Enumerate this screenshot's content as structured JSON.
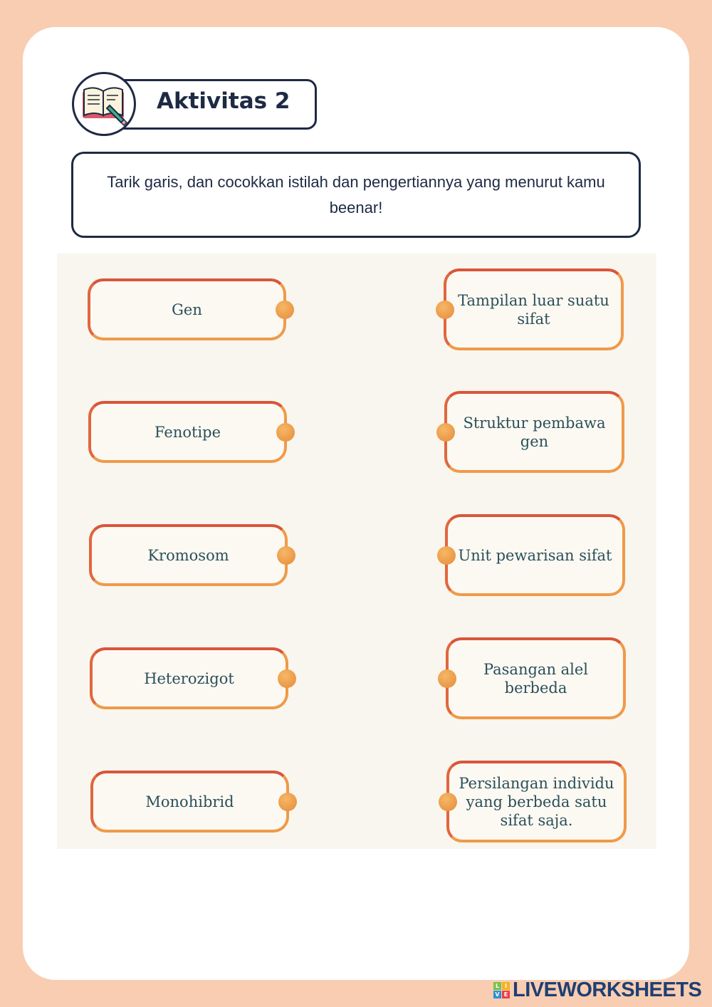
{
  "header": {
    "title": "Aktivitas 2",
    "icon": "book-pencil-icon"
  },
  "instruction": "Tarik garis, dan cocokkan istilah dan pengertiannya yang menurut kamu beenar!",
  "terms": [
    "Gen",
    "Fenotipe",
    "Kromosom",
    "Heterozigot",
    "Monohibrid"
  ],
  "definitions": [
    "Tampilan luar suatu sifat",
    "Struktur pembawa gen",
    "Unit pewarisan sifat",
    "Pasangan alel berbeda",
    "Persilangan individu yang berbeda satu sifat saja."
  ],
  "footer": {
    "brand": "LIVEWORKSHEETS",
    "logo_letters": [
      "L",
      "I",
      "V",
      "E"
    ]
  },
  "colors": {
    "background": "#f9cdb1",
    "accent": "#ef9a4a",
    "text": "#1e2a44"
  }
}
